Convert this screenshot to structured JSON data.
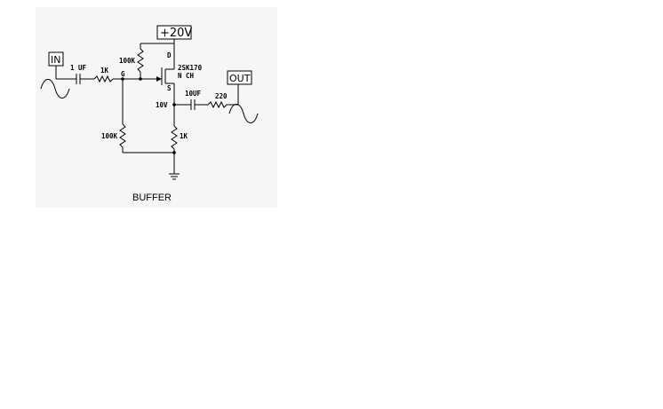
{
  "title": "BUFFER",
  "supply": "+20V",
  "ports": {
    "input": "IN",
    "output": "OUT"
  },
  "components": {
    "input_cap": "1 UF",
    "series_res": "1K",
    "gate_node": "G",
    "drain_res": "100K",
    "transistor_part": "2SK170",
    "transistor_type": "N CH",
    "drain_pin": "D",
    "source_pin": "S",
    "source_node_voltage": "10V",
    "output_cap": "10UF",
    "output_res": "220",
    "bias_res": "100K",
    "source_res": "1K"
  },
  "colors": {
    "ink": "#000000",
    "background": "#ffffff",
    "panel": "#f4f4f4"
  }
}
